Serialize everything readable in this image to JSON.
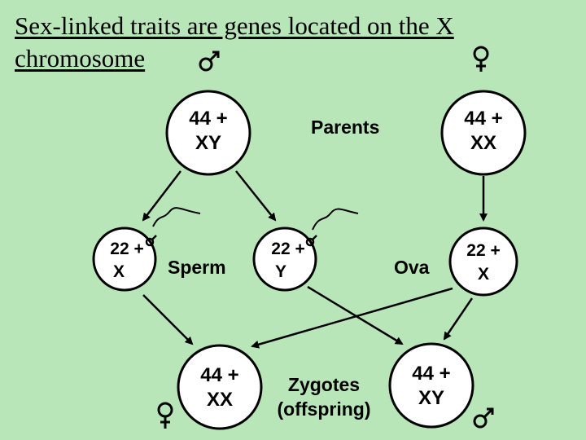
{
  "slide": {
    "title_line1": "Sex-linked traits are genes located on the X",
    "title_line2": "chromosome"
  },
  "diagram": {
    "labels": {
      "parents": "Parents",
      "sperm": "Sperm",
      "ova": "Ova",
      "zygotes_line1": "Zygotes",
      "zygotes_line2": "(offspring)"
    },
    "father": {
      "line1": "44 +",
      "line2": "XY"
    },
    "mother": {
      "line1": "44 +",
      "line2": "XX"
    },
    "sperm_x": {
      "line1": "22 +",
      "line2": "X"
    },
    "sperm_y": {
      "line1": "22 +",
      "line2": "Y"
    },
    "ovum": {
      "line1": "22 +",
      "line2": "X"
    },
    "zygote_female": {
      "line1": "44 +",
      "line2": "XX"
    },
    "zygote_male": {
      "line1": "44 +",
      "line2": "XY"
    },
    "symbols": {
      "male": "male-symbol-icon",
      "female": "female-symbol-icon"
    },
    "colors": {
      "background": "#b9e6b8",
      "cell_fill": "#ffffff",
      "ink": "#000000"
    }
  }
}
